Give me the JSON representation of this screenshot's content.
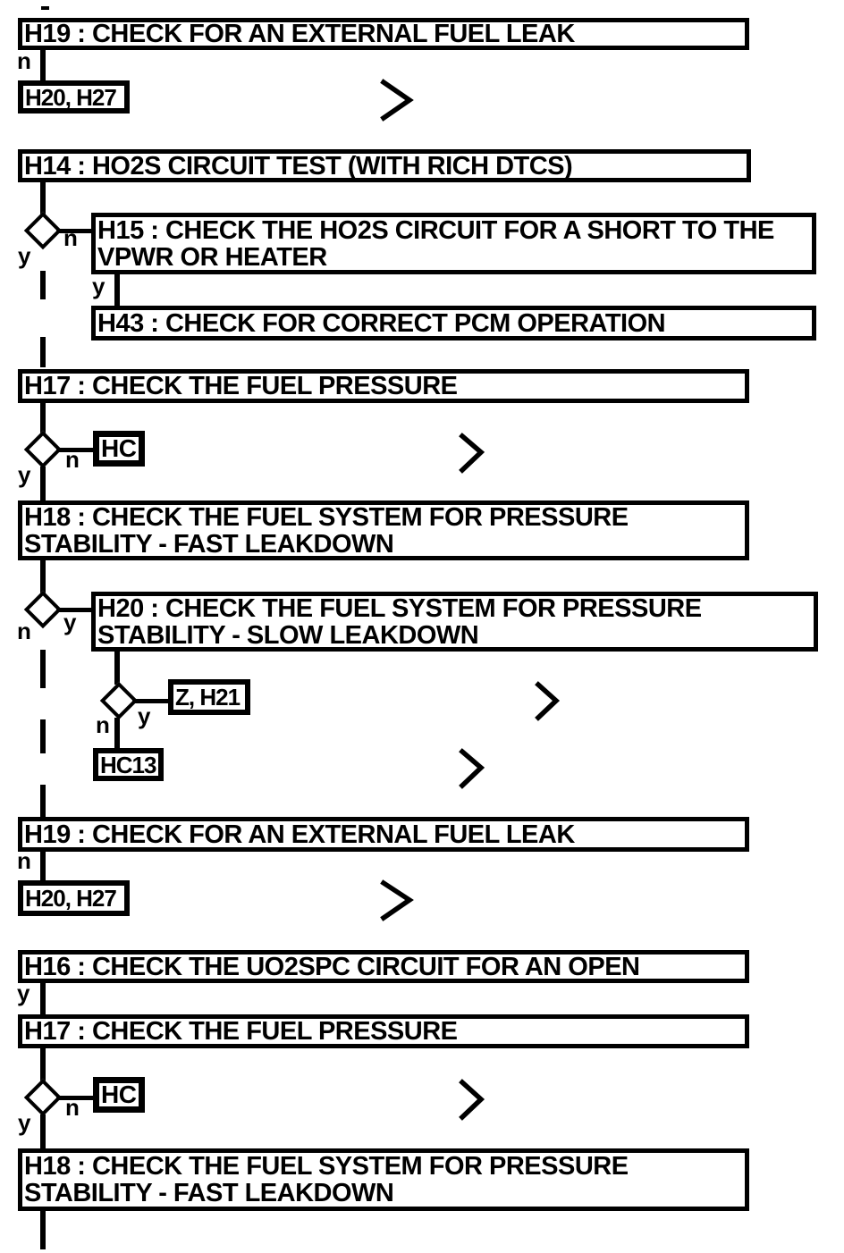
{
  "diagram": {
    "nodes": {
      "h19_top": "H19 : CHECK FOR AN EXTERNAL FUEL LEAK",
      "h20_h27_top": "H20, H27",
      "h14": "H14 : HO2S CIRCUIT TEST (WITH RICH DTCS)",
      "h15": "H15 : CHECK THE HO2S CIRCUIT FOR A SHORT TO THE\nVPWR OR HEATER",
      "h43": "H43 : CHECK FOR CORRECT PCM OPERATION",
      "h17_top": "H17 : CHECK THE FUEL PRESSURE",
      "hc_top": "HC",
      "h18_top": "H18 : CHECK THE FUEL SYSTEM FOR PRESSURE\nSTABILITY - FAST LEAKDOWN",
      "h20_slow": "H20 : CHECK THE FUEL SYSTEM FOR PRESSURE\nSTABILITY - SLOW LEAKDOWN",
      "z_h21": "Z, H21",
      "hc13": "HC13",
      "h19_bottom": "H19 : CHECK FOR AN EXTERNAL FUEL LEAK",
      "h20_h27_bottom": "H20, H27",
      "h16": "H16 : CHECK THE UO2SPC CIRCUIT FOR AN OPEN",
      "h17_bottom": "H17 : CHECK THE FUEL PRESSURE",
      "hc_bottom": "HC",
      "h18_bottom": "H18 : CHECK THE FUEL SYSTEM FOR PRESSURE\nSTABILITY - FAST LEAKDOWN"
    },
    "branch_labels": {
      "yes": "y",
      "no": "n"
    },
    "icons": {
      "continue_chevron": "chevron-right"
    },
    "colors": {
      "ink": "#000000",
      "background": "#ffffff"
    }
  }
}
